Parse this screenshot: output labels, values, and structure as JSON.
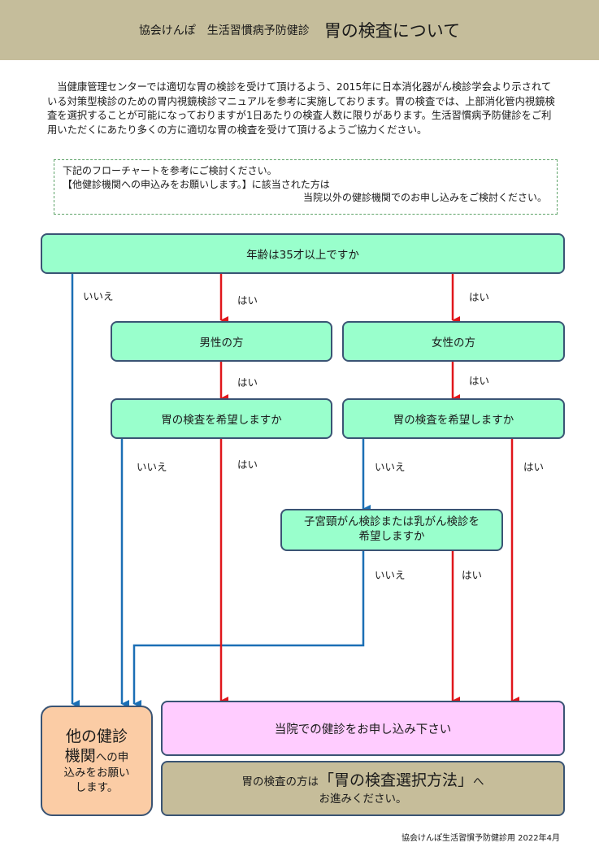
{
  "header": {
    "subtitle": "協会けんぽ　生活習慣病予防健診",
    "title": "胃の検査について"
  },
  "intro": "当健康管理センターでは適切な胃の検診を受けて頂けるよう、2015年に日本消化器がん検診学会より示されている対策型検診のための胃内視鏡検診マニュアルを参考に実施しております。胃の検査では、上部消化管内視鏡検査を選択することが可能になっておりますが1日あたりの検査人数に限りがあります。生活習慣病予防健診をご利用いただくにあたり多くの方に適切な胃の検査を受けて頂けるようご協力ください。",
  "note": {
    "line1": "下記のフローチャートを参考にご検討ください。",
    "line2": "【他健診機関への申込みをお願いします。】に該当された方は",
    "line3": "当院以外の健診機関でのお申し込みをご検討ください。"
  },
  "flow": {
    "age_question": "年齢は35才以上ですか",
    "male": "男性の方",
    "female": "女性の方",
    "stomach_question_male": "胃の検査を希望しますか",
    "stomach_question_female": "胃の検査を希望しますか",
    "cancer_question_1": "子宮頸がん検診または乳がん検診を",
    "cancer_question_2": "希望しますか",
    "other_facility": {
      "part1": "他の健診",
      "part2a": "機関",
      "part2b": "への申",
      "part3": "込みをお願い",
      "part4": "します。"
    },
    "apply_here": "当院での健診をお申し込み下さい",
    "method": {
      "prefix": "胃の検査の方は",
      "emph": "「胃の検査選択方法」",
      "suffix": "へ",
      "line2": "お進みください。"
    }
  },
  "labels": {
    "yes": "はい",
    "no": "いいえ"
  },
  "footer": "協会けんぽ生活習慣予防健診用 2022年4月",
  "colors": {
    "header_bg": "#c5bd9b",
    "node_green": "#99ffcc",
    "node_pink": "#ffccff",
    "node_orange": "#fbcca5",
    "node_tan": "#c6bd9a",
    "arrow_blue": "#1b6fb5",
    "arrow_red": "#e0161b",
    "border": "#3a5474"
  }
}
